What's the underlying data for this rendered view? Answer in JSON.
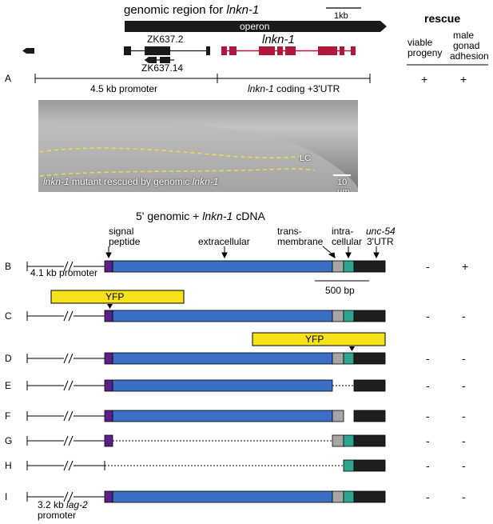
{
  "header": {
    "title_prefix": "genomic region for ",
    "title_gene": "lnkn-1",
    "operon": "operon",
    "scale_1kb": "1kb",
    "gene_zk637_2": "ZK637.2",
    "gene_zk637_14": "ZK637.14",
    "gene_lnkn1": "lnkn-1"
  },
  "rescue": {
    "title": "rescue",
    "col1_line1": "viable",
    "col1_line2": "progeny",
    "col2_line1": "male",
    "col2_line2": "gonad",
    "col2_line3": "adhesion"
  },
  "construct_a": {
    "label": "A",
    "promoter": "4.5 kb promoter",
    "coding_gene": "lnkn-1",
    "coding_rest": " coding +3'UTR",
    "viable": "+",
    "adhesion": "+"
  },
  "micrograph": {
    "caption_gene1": "lnkn-1",
    "caption_mid": " mutant rescued by genomic ",
    "caption_gene2": "lnkn-1",
    "lc_label": "LC",
    "scale_label": "10 μm"
  },
  "cdna_section": {
    "title_prefix": "5' genomic + ",
    "title_gene": "lnkn-1",
    "title_suffix": " cDNA",
    "signal_peptide_1": "signal",
    "signal_peptide_2": "peptide",
    "extracellular": "extracellular",
    "transmembrane_1": "trans-",
    "transmembrane_2": "membrane",
    "intracellular_1": "intra-",
    "intracellular_2": "cellular",
    "utr_gene": "unc-54",
    "utr_2": "3'UTR",
    "promoter_b": "4.1 kb promoter",
    "scale_500bp": "500 bp",
    "yfp": "YFP",
    "promoter_i_1": "3.2 kb ",
    "promoter_i_gene": "lag-2",
    "promoter_i_2": "promoter"
  },
  "constructs": [
    {
      "label": "B",
      "viable": "-",
      "adhesion": "+"
    },
    {
      "label": "C",
      "viable": "-",
      "adhesion": "-"
    },
    {
      "label": "D",
      "viable": "-",
      "adhesion": "-"
    },
    {
      "label": "E",
      "viable": "-",
      "adhesion": "-"
    },
    {
      "label": "F",
      "viable": "-",
      "adhesion": "-"
    },
    {
      "label": "G",
      "viable": "-",
      "adhesion": "-"
    },
    {
      "label": "H",
      "viable": "-",
      "adhesion": "-"
    },
    {
      "label": "I",
      "viable": "-",
      "adhesion": "-"
    }
  ],
  "colors": {
    "signal": "#5b1f8a",
    "extracellular": "#3a6fc4",
    "transmembrane": "#a6a6a6",
    "intracellular": "#2fa48f",
    "utr": "#1f1f1f",
    "yfp": "#f5e21a",
    "lnkn_exon": "#b0173b",
    "dashed_outline": "#e6d44a"
  }
}
